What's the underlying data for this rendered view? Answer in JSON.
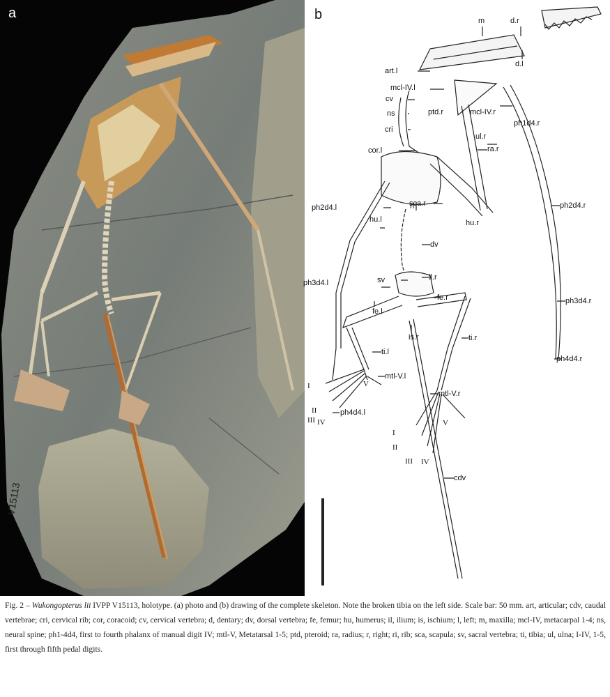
{
  "panels": {
    "photo_letter": "a",
    "drawing_letter": "b"
  },
  "specimen_label": "V15113",
  "labels": {
    "m": "m",
    "d_r": "d.r",
    "d_l": "d.l",
    "art_l": "art.l",
    "mcl_iv_l": "mcl-IV.l",
    "cv": "cv",
    "ptd_r": "ptd.r",
    "mcl_iv_r": "mcl-IV.r",
    "ns": "ns",
    "ph1d4_r": "ph1d4.r",
    "cri": "cri",
    "ul_r": "ul.r",
    "cor_l": "cor.l",
    "ra_r": "ra.r",
    "ph2d4_r": "ph2d4.r",
    "ph2d4_l": "ph2d4.l",
    "ri": "ri",
    "sca_r": "sca.r",
    "hu_l": "hu.l",
    "hu_r": "hu.r",
    "dv": "dv",
    "ph3d4_l": "ph3d4.l",
    "sv": "sv",
    "il_r": "il.r",
    "ph3d4_r": "ph3d4.r",
    "fe_r": "fe.r",
    "fe_l": "fe.l",
    "is_r": "is.r",
    "ti_r": "ti.r",
    "ph4d4_r": "ph4d4.r",
    "ti_l": "ti.l",
    "mtl_v_l": "mtl-V.l",
    "mtl_v_r": "mtl-V.r",
    "ph4d4_l": "ph4d4.l",
    "cdv": "cdv",
    "digits_left": [
      "I",
      "V",
      "II",
      "III",
      "IV"
    ],
    "digits_right": [
      "V",
      "I",
      "II",
      "III",
      "IV"
    ]
  },
  "caption": {
    "fig_label": "Fig. 2 – ",
    "species": "Wukongopterus lii",
    "text": " IVPP V15113, holotype. (a) photo and (b) drawing of the complete skeleton. Note the broken tibia on the left side. Scale bar: 50 mm. art, articular; cdv, caudal vertebrae; cri, cervical rib; cor, coracoid; cv, cervical vertebra; d, dentary; dv, dorsal vertebra; fe, femur; hu, humerus; il, ilium; is, ischium; l, left; m, maxilla; mcl-IV, metacarpal 1-4; ns, neural spine; ph1-4d4, first to fourth phalanx of manual digit IV; mtl-V, Metatarsal 1-5; ptd, pteroid; ra, radius; r, right; ri, rib; sca, scapula; sv, sacral vertebra; ti, tibia; ul, ulna; I-IV, 1-5, first through fifth pedal digits."
  },
  "colors": {
    "photo_background": "#050505",
    "slab": "#7b817a",
    "slab_light": "#a9aa9b",
    "bone_orange": "#b8702c",
    "bone_cream": "#e6d9b8"
  }
}
